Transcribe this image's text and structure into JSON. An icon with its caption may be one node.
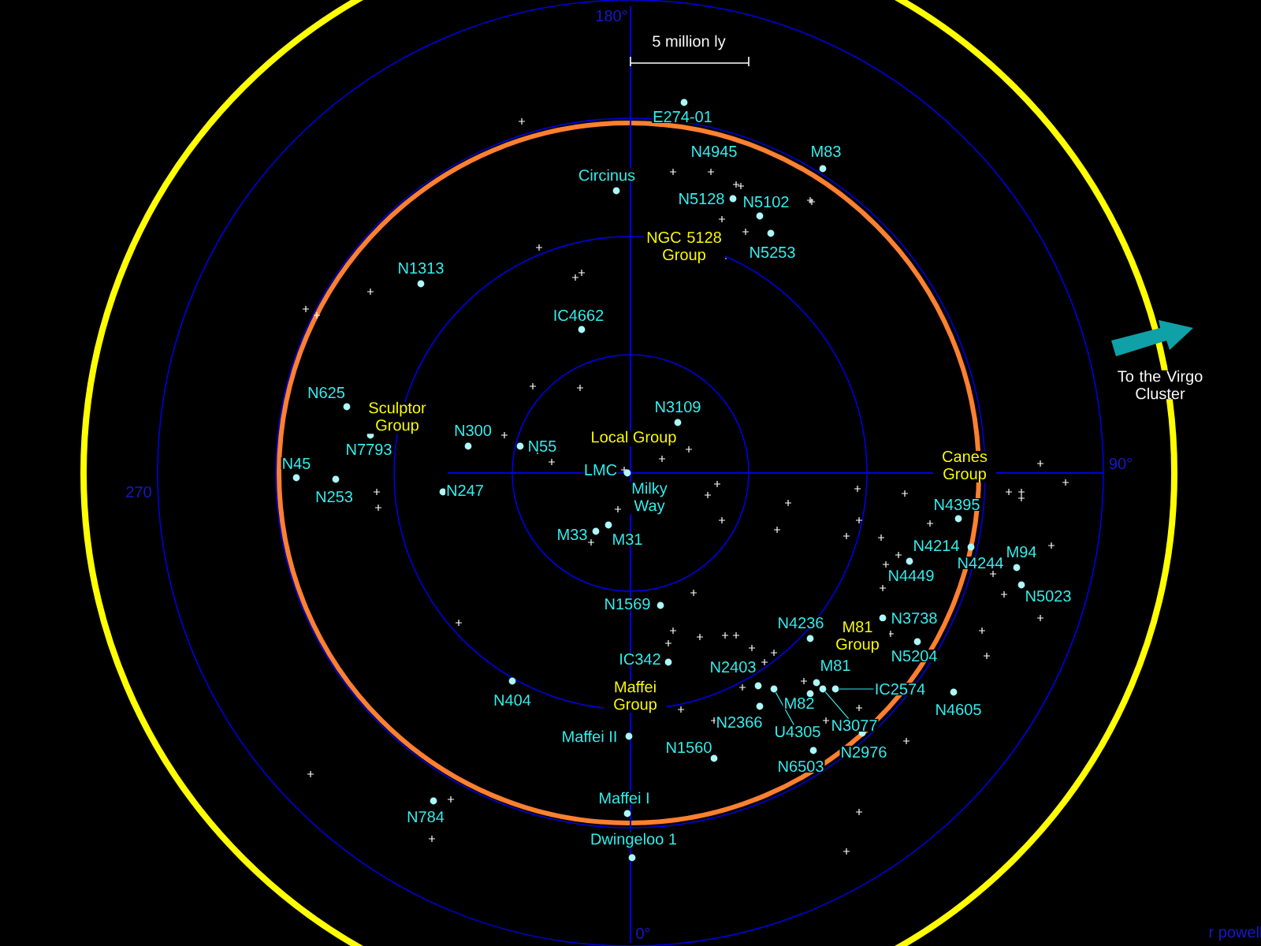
{
  "diagram": {
    "nodes": [
      {
        "text": [
          "U4305"
        ]
      },
      {
        "text": [
          "N3077"
        ]
      },
      {
        "text": [
          "IC2574"
        ]
      },
      {
        "text": [],
        "shape": "circle"
      },
      {
        "text": [],
        "shape": "circle"
      },
      {
        "text": [],
        "shape": "circle"
      }
    ],
    "edges": [
      {
        "from": 0,
        "to": 3,
        "arrow": "none"
      },
      {
        "from": 1,
        "to": 4,
        "arrow": "none"
      },
      {
        "from": 2,
        "to": 5,
        "arrow": "none"
      }
    ],
    "labels": [
      "5 million ly",
      "180°",
      "E274-01",
      "N4945",
      "M83",
      "Circinus",
      "N5128",
      "N5102",
      "NGC 5128 Group",
      "N5253",
      "N1313",
      "IC4662",
      "N625",
      "Sculptor Group",
      "N3109",
      "Local Group",
      "N7793",
      "N300",
      "N55",
      "Canes Group",
      "90°",
      "N45",
      "LMC",
      "270",
      "Milky Way",
      "N253",
      "N247",
      "N4395",
      "M33",
      "M31",
      "N4214",
      "M94",
      "N4244",
      "N4449",
      "N5023",
      "N1569",
      "N3738",
      "N4236",
      "M81 Group",
      "N5204",
      "IC342",
      "N2403",
      "M81",
      "Maffei Group",
      "N404",
      "M82",
      "N4605",
      "N2366",
      "N2976",
      "Maffei II",
      "N1560",
      "N6503",
      "Maffei I",
      "N784",
      "Dwingeloo 1",
      "To the Virgo Cluster",
      "0°",
      "r powell"
    ]
  }
}
